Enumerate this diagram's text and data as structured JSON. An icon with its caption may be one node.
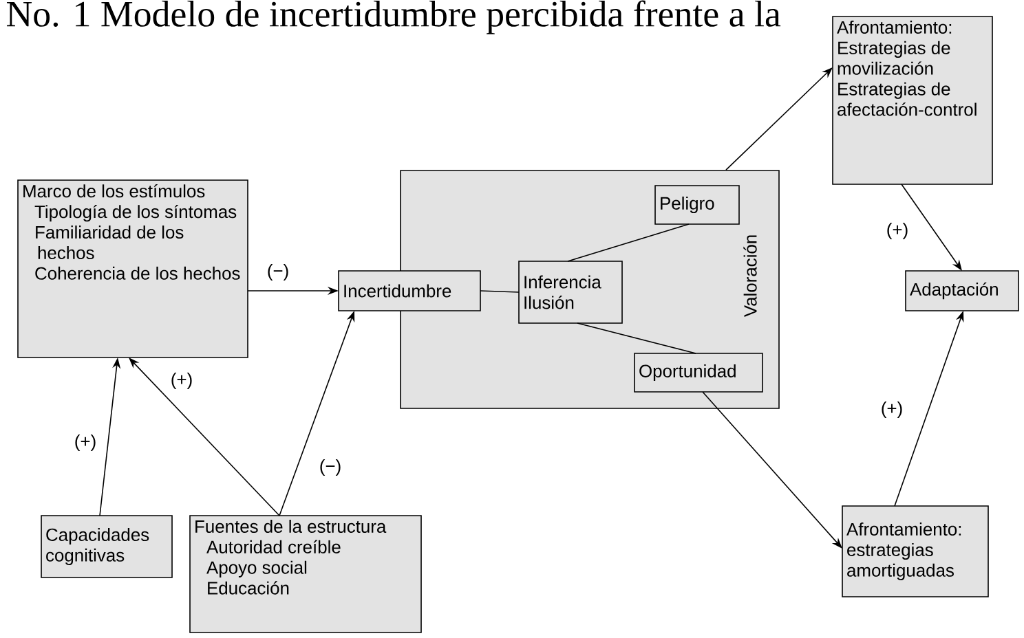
{
  "diagram": {
    "title": "No. 1 Modelo de incertidumbre percibida frente a la",
    "nodes": [
      {
        "text": [
          "Marco de los estímulos",
          "Tipología de los síntomas",
          "Familiaridad de los hechos",
          "Coherencia de los hechos"
        ]
      },
      {
        "text": [
          "Incertidumbre"
        ]
      },
      {
        "text": [
          "Valoración"
        ]
      },
      {
        "text": [
          "Inferencia",
          "Ilusión"
        ],
        "in": 2
      },
      {
        "text": [
          "Peligro"
        ],
        "in": 2
      },
      {
        "text": [
          "Oportunidad"
        ],
        "in": 2
      },
      {
        "text": [
          "Afrontamiento:",
          "Estrategias de movilización",
          "Estrategias de afectación-control"
        ]
      },
      {
        "text": [
          "Adaptación"
        ]
      },
      {
        "text": [
          "Afrontamiento: estrategias amortiguadas"
        ]
      },
      {
        "text": [
          "Capacidades cognitivas"
        ]
      },
      {
        "text": [
          "Fuentes de la estructura",
          "Autoridad creíble",
          "Apoyo social",
          "Educación"
        ]
      }
    ],
    "edges": [
      {
        "from": 0,
        "to": 1,
        "arrow": "to",
        "label": "(−)"
      },
      {
        "from": 1,
        "to": 3,
        "arrow": "none"
      },
      {
        "from": 3,
        "to": 4,
        "arrow": "none"
      },
      {
        "from": 3,
        "to": 5,
        "arrow": "none"
      },
      {
        "from": 2,
        "to": 6,
        "arrow": "to"
      },
      {
        "from": 6,
        "to": 7,
        "arrow": "to",
        "label": "(+)"
      },
      {
        "from": 5,
        "to": 8,
        "arrow": "to"
      },
      {
        "from": 8,
        "to": 7,
        "arrow": "to",
        "label": "(+)"
      },
      {
        "from": 9,
        "to": 0,
        "arrow": "to",
        "label": "(+)"
      },
      {
        "from": 10,
        "to": 0,
        "arrow": "to",
        "label": "(+)"
      },
      {
        "from": 10,
        "to": 1,
        "arrow": "to",
        "label": "(−)"
      }
    ]
  }
}
